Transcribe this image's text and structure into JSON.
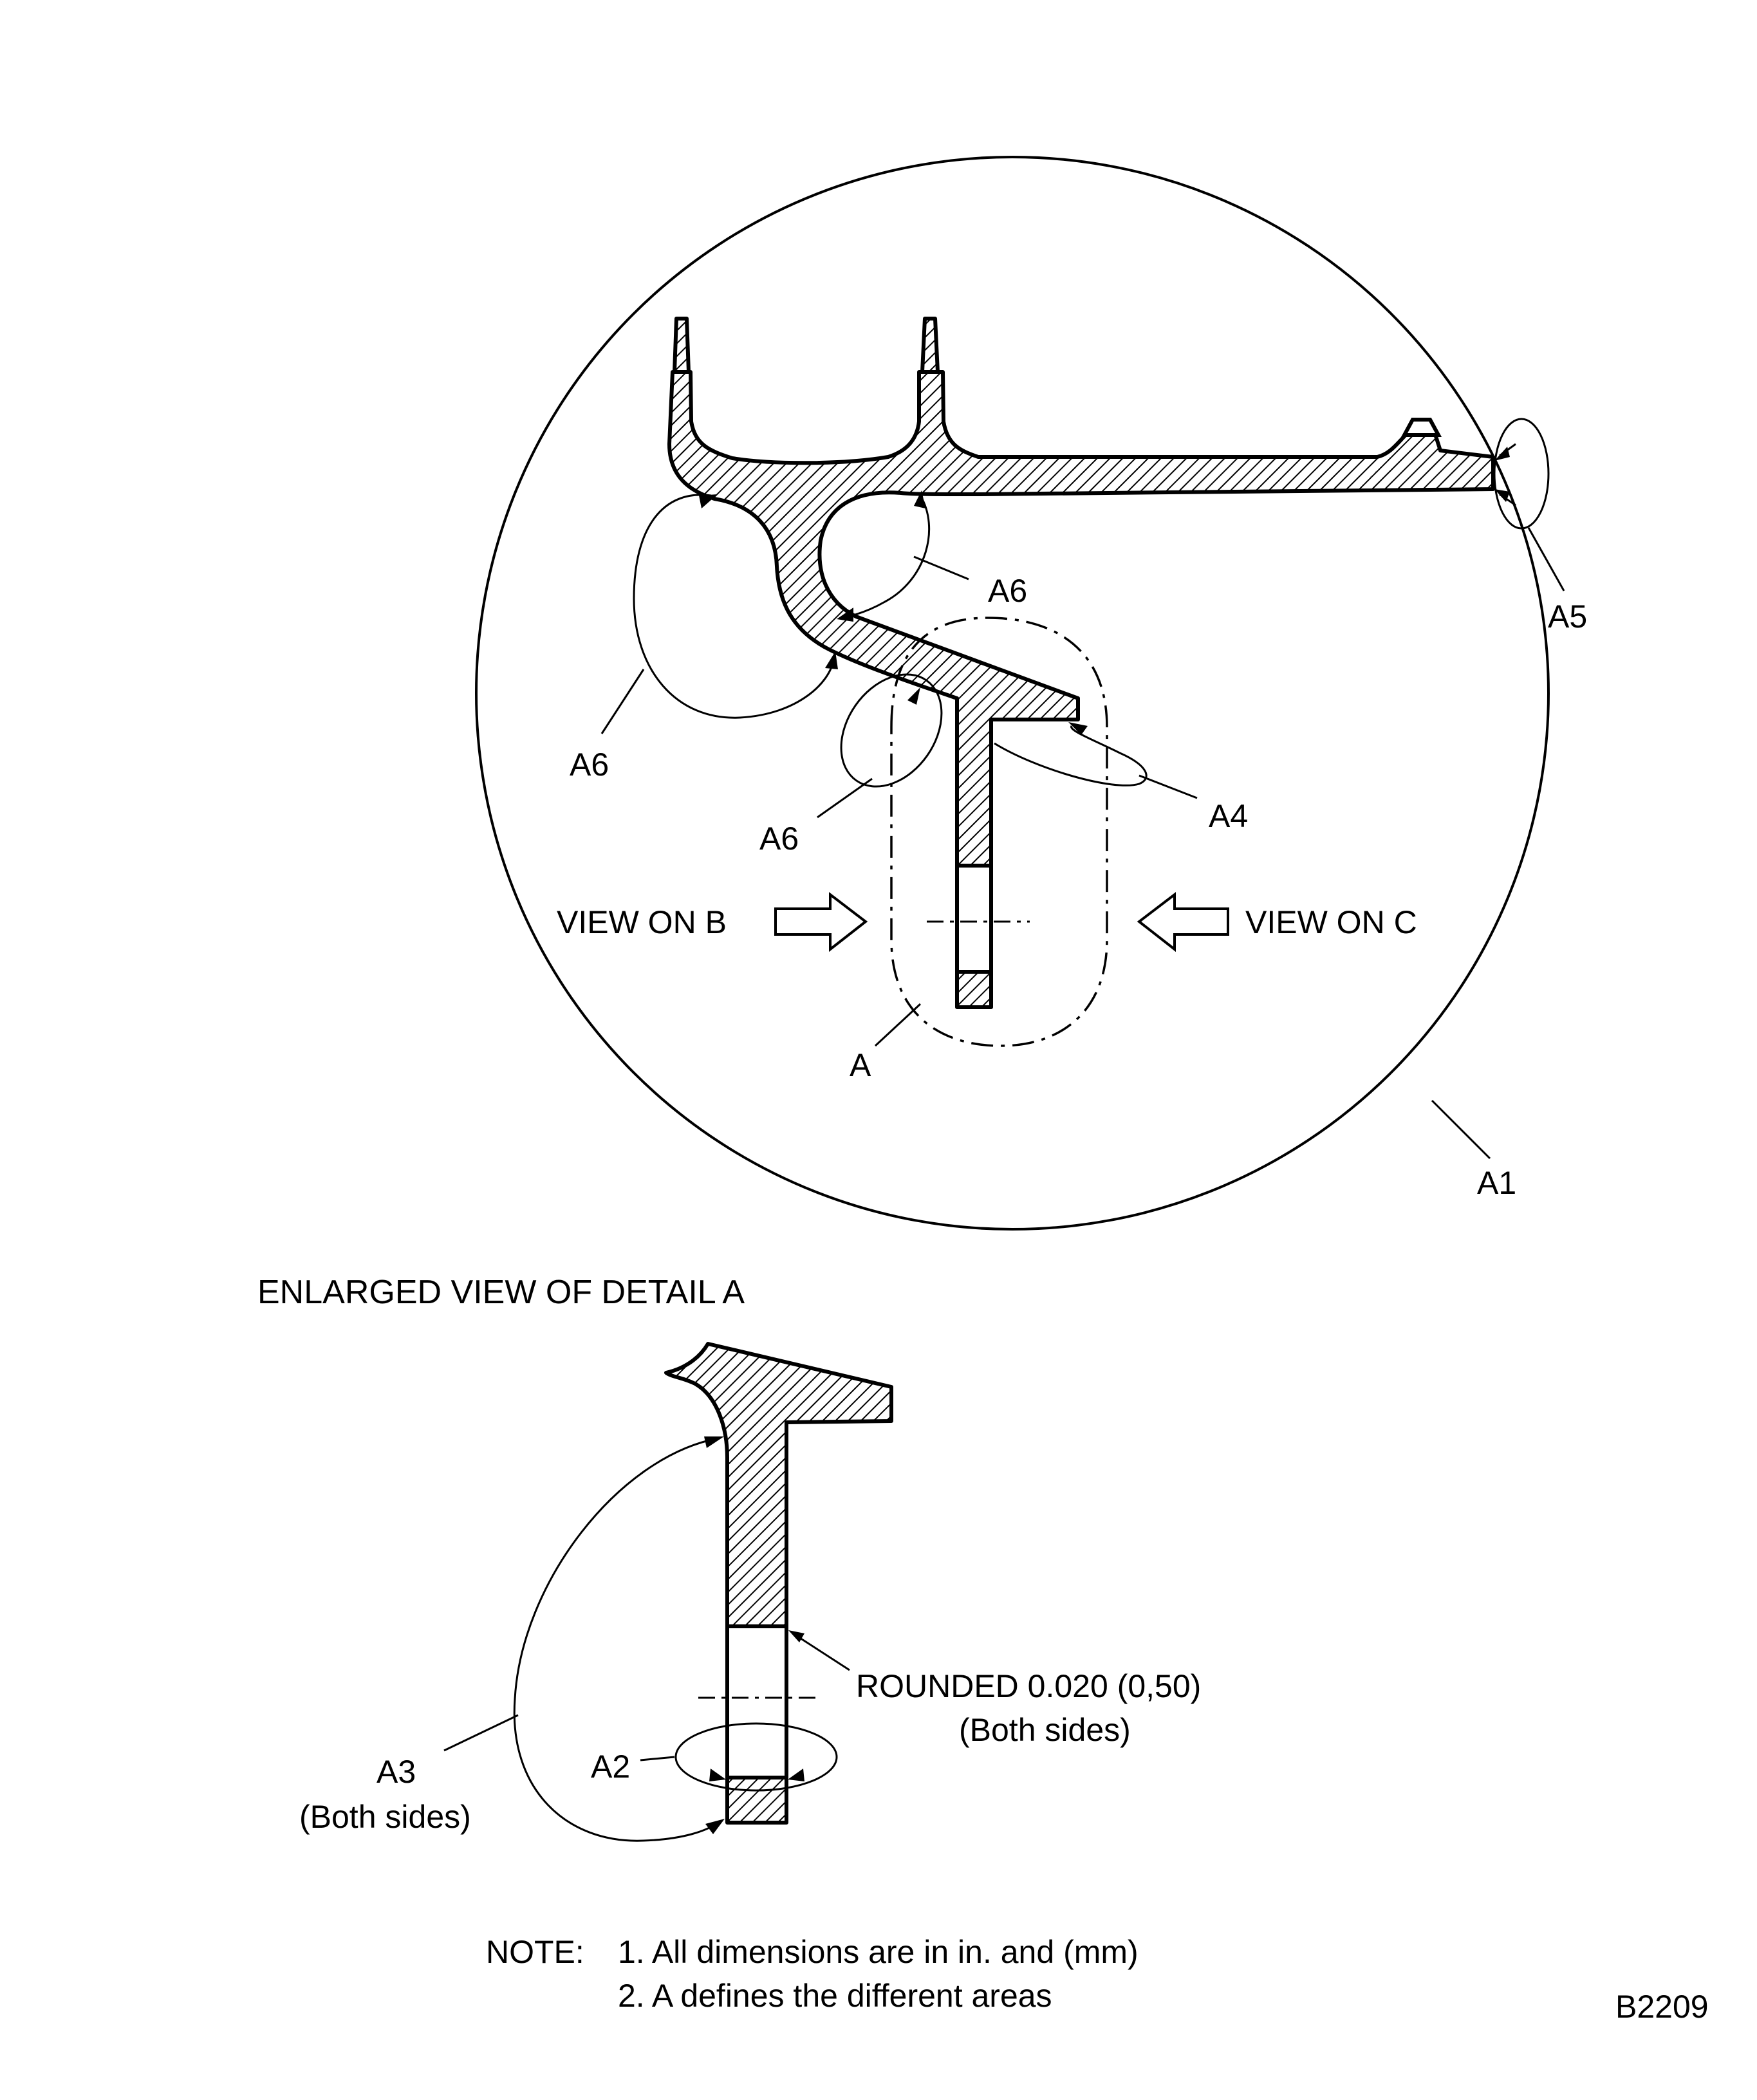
{
  "labels": {
    "a6_top": "A6",
    "a6_left": "A6",
    "a6_lower": "A6",
    "a5": "A5",
    "a4": "A4",
    "view_b": "VIEW ON B",
    "view_c": "VIEW ON C",
    "a": "A",
    "a1": "A1",
    "detail_title": "ENLARGED VIEW OF DETAIL A",
    "rounded_line1": "ROUNDED 0.020 (0,50)",
    "rounded_line2": "(Both sides)",
    "a3_line1": "A3",
    "a3_line2": "(Both sides)",
    "a2": "A2"
  },
  "notes": {
    "heading": "NOTE:",
    "note1": "1. All dimensions are in in. and (mm)",
    "note2": "2. A defines the different areas"
  },
  "figure_id": "B2209"
}
